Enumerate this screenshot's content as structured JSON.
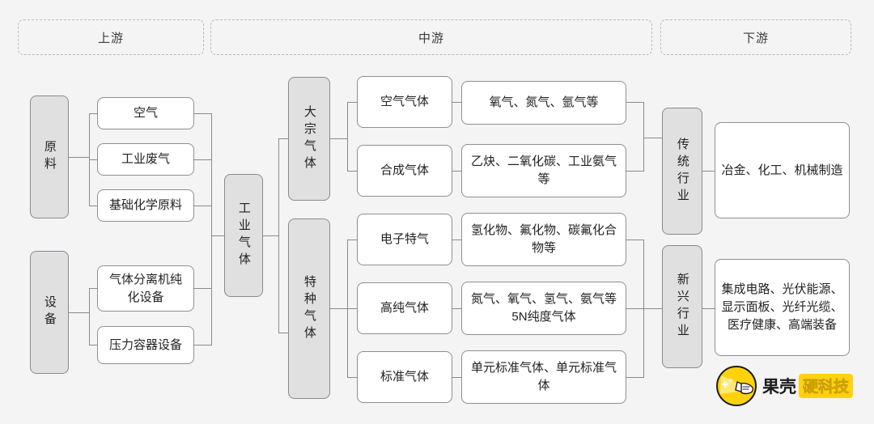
{
  "stages": [
    {
      "id": "upstream",
      "label": "上游"
    },
    {
      "id": "midstream",
      "label": "中游"
    },
    {
      "id": "downstream",
      "label": "下游"
    }
  ],
  "upstream": {
    "groups": [
      {
        "id": "raw-materials",
        "label": "原料",
        "items": [
          {
            "label": "空气"
          },
          {
            "label": "工业废气"
          },
          {
            "label": "基础化学原料"
          }
        ]
      },
      {
        "id": "equipment",
        "label": "设备",
        "items": [
          {
            "label": "气体分离机纯化设备"
          },
          {
            "label": "压力容器设备"
          }
        ]
      }
    ]
  },
  "midstream": {
    "spine": {
      "label": "工业气体"
    },
    "categories": [
      {
        "id": "bulk-gas",
        "label": "大宗气体",
        "items": [
          {
            "label": "空气气体",
            "detail": "氧气、氮气、氩气等"
          },
          {
            "label": "合成气体",
            "detail": "乙炔、二氧化碳、工业氨气等"
          }
        ]
      },
      {
        "id": "specialty-gas",
        "label": "特种气体",
        "items": [
          {
            "label": "电子特气",
            "detail": "氢化物、氟化物、碳氟化合物等"
          },
          {
            "label": "高纯气体",
            "detail": "氮气、氧气、氢气、氨气等5N纯度气体"
          },
          {
            "label": "标准气体",
            "detail": "单元标准气体、单元标准气体"
          }
        ]
      }
    ]
  },
  "downstream": {
    "sectors": [
      {
        "id": "traditional",
        "label": "传统行业",
        "detail": "冶金、化工、机械制造"
      },
      {
        "id": "emerging",
        "label": "新兴行业",
        "detail": "集成电路、光伏能源、显示面板、光纤光缆、医疗健康、高端装备"
      }
    ]
  },
  "logo": {
    "mark": "flashlight-hand-icon",
    "brand": "果壳",
    "badge": "硬科技"
  },
  "colors": {
    "background": "#f4f4f4",
    "node_fill": "#ffffff",
    "node_fill_grey": "#e0e0e0",
    "node_border": "#8c8f94",
    "connector": "#8a8a8a",
    "dashed_border": "#b9b9b9",
    "brand_yellow": "#ffd20e",
    "text": "#222222"
  }
}
